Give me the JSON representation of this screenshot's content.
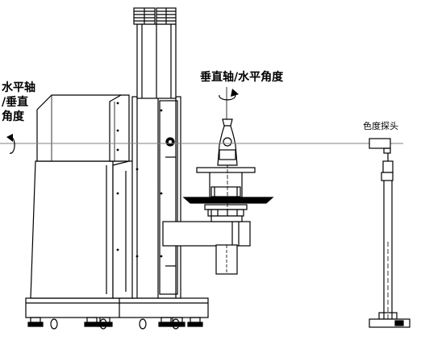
{
  "labels": {
    "left_axis_line1": "水平轴",
    "left_axis_line2": "/垂直",
    "left_axis_line3": "角度",
    "top_axis": "垂直轴/水平角度",
    "probe": "色度探头"
  },
  "colors": {
    "line": "#000000",
    "optical_axis": "#808080",
    "background": "#ffffff"
  }
}
